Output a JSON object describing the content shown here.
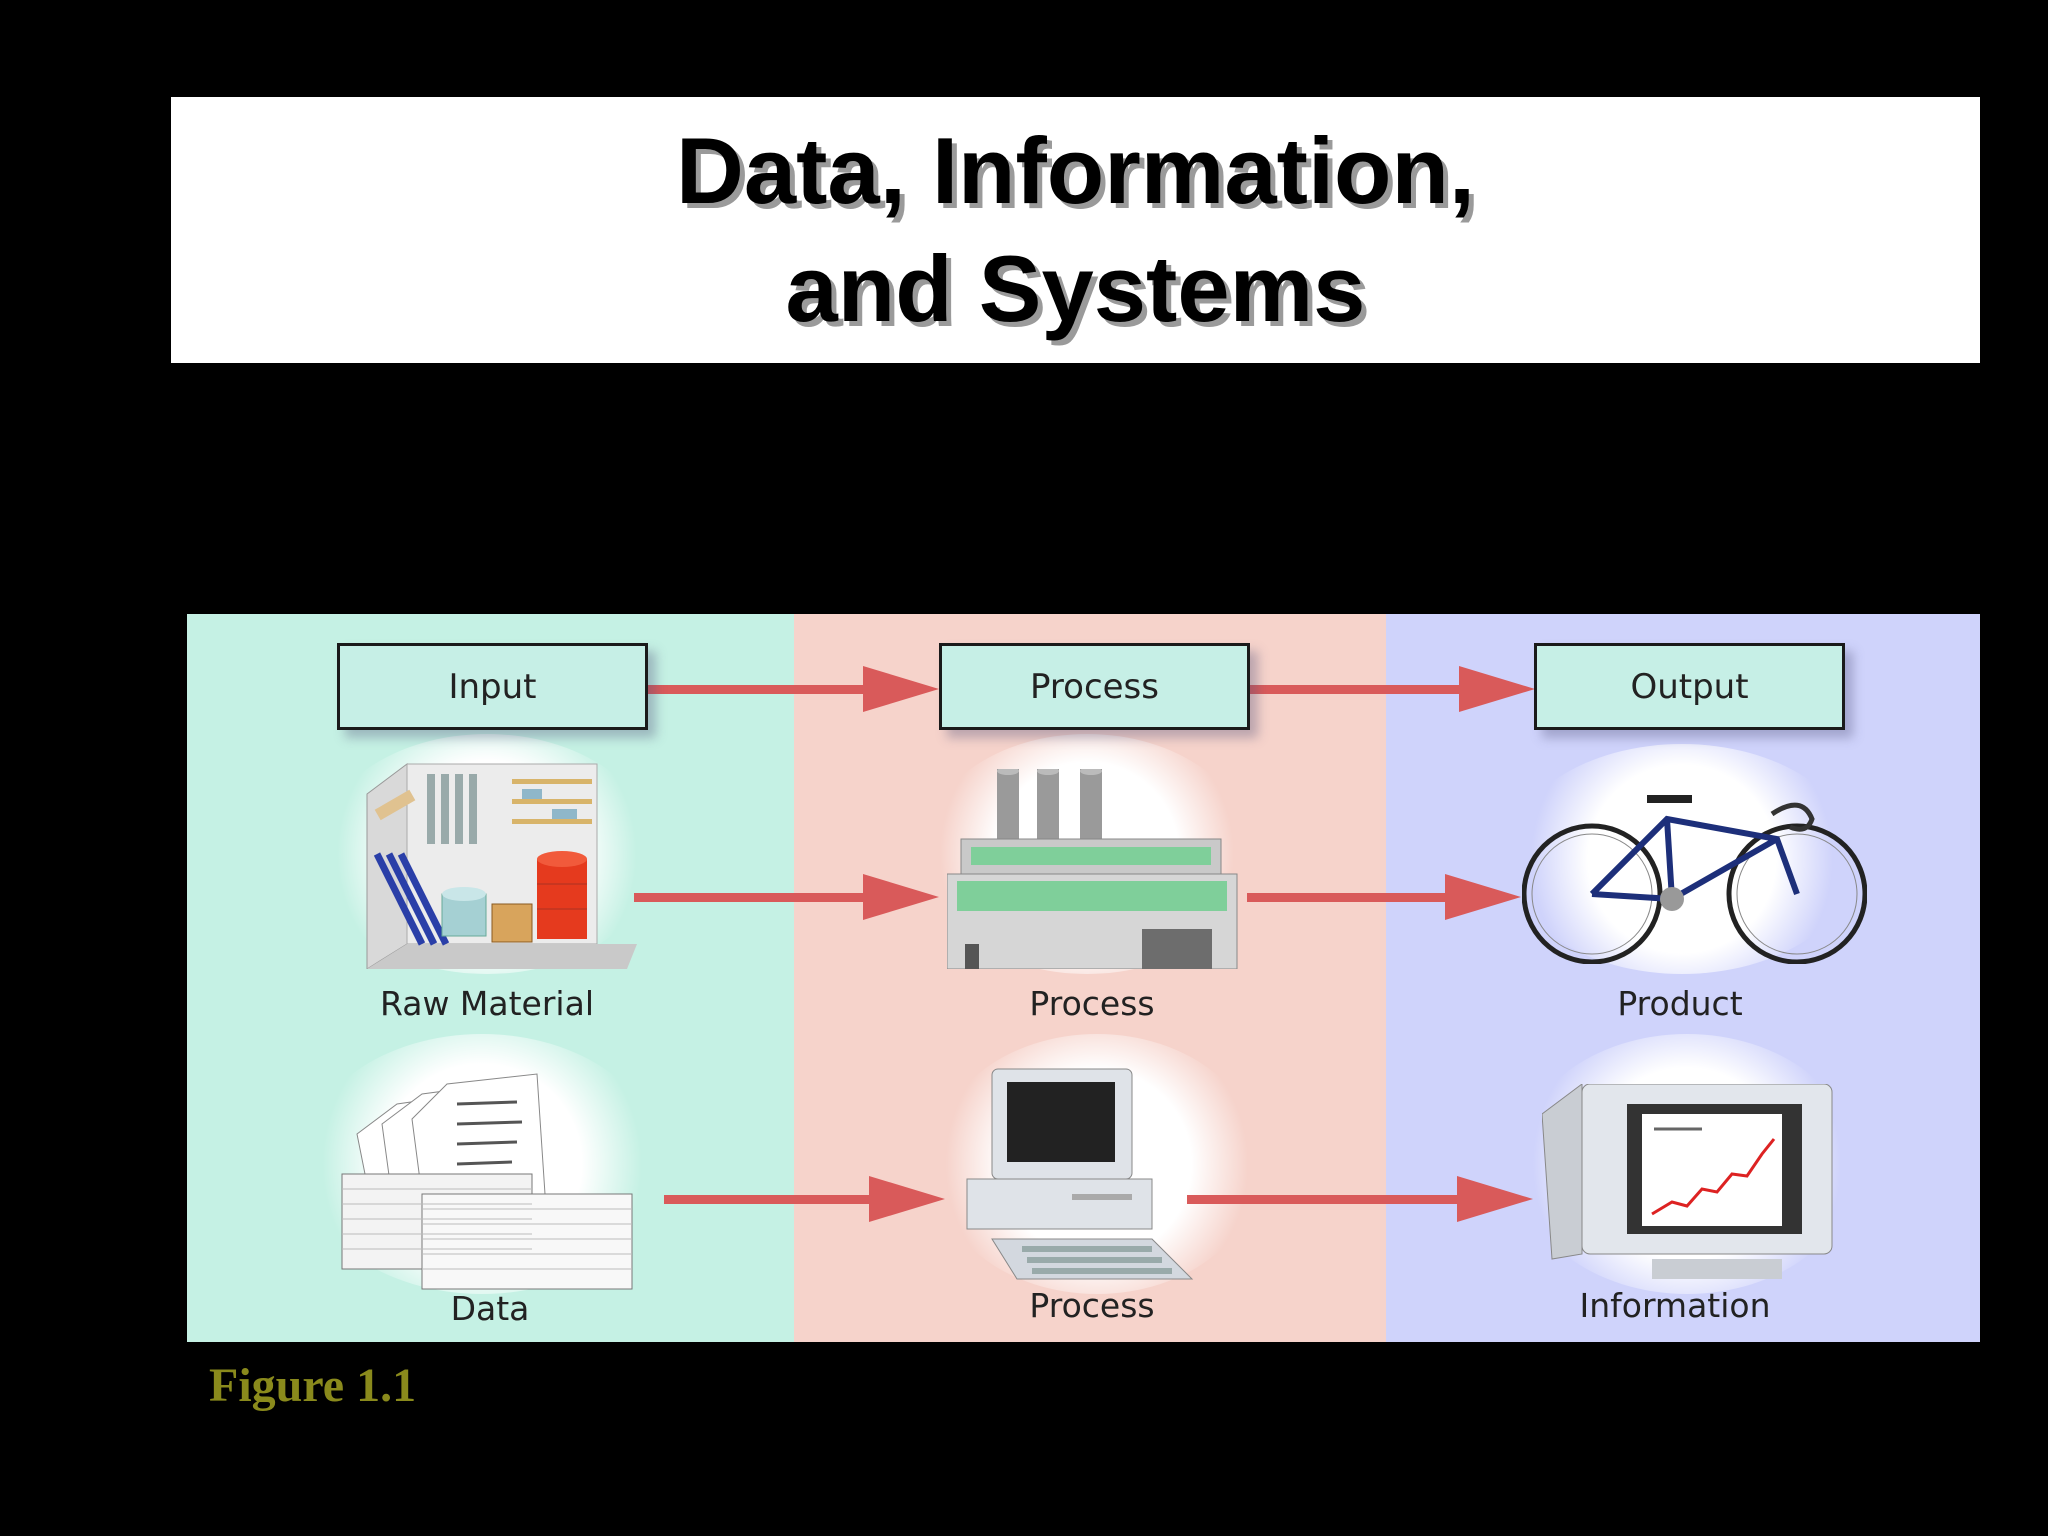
{
  "title": {
    "line1": "Data, Information,",
    "line2": "and Systems"
  },
  "diagram": {
    "columns": [
      {
        "header": "Input",
        "row1_label": "Raw Material",
        "row2_label": "Data",
        "bg": "#c5f1e4"
      },
      {
        "header": "Process",
        "row1_label": "Process",
        "row2_label": "Process",
        "bg": "#f6d3cb"
      },
      {
        "header": "Output",
        "row1_label": "Product",
        "row2_label": "Information",
        "bg": "#cfd3fb"
      }
    ],
    "colors": {
      "arrow": "#d95a5a",
      "header_box": "#c6efe6"
    }
  },
  "caption": "Figure 1.1"
}
